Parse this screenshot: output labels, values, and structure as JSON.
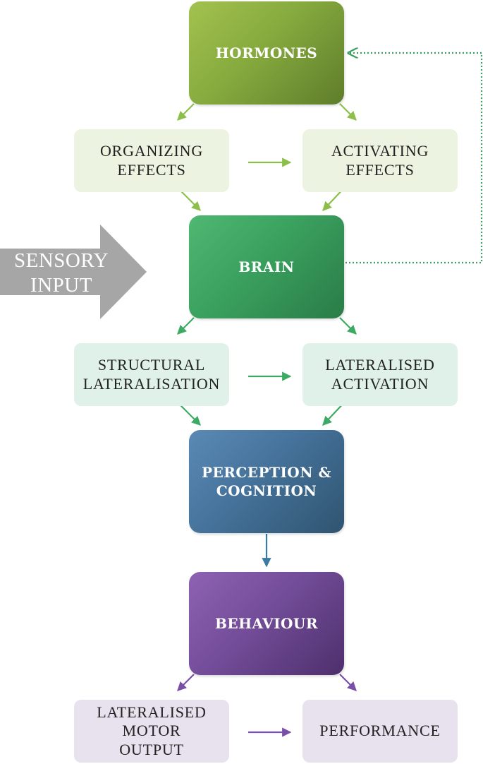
{
  "nodes": {
    "hormones": "HORMONES",
    "organizing_effects": "ORGANIZING\nEFFECTS",
    "activating_effects": "ACTIVATING\nEFFECTS",
    "sensory_input": "SENSORY\nINPUT",
    "brain": "BRAIN",
    "structural_lateralisation": "STRUCTURAL\nLATERALISATION",
    "lateralised_activation": "LATERALISED\nACTIVATION",
    "perception_cognition": "PERCEPTION &\nCOGNITION",
    "behaviour": "BEHAVIOUR",
    "lateralised_motor_output": "LATERALISED\nMOTOR\nOUTPUT",
    "performance": "PERFORMANCE"
  },
  "colors": {
    "hormones_green": "#86aa3e",
    "brain_green": "#3aa05e",
    "perception_blue": "#45729a",
    "behaviour_purple": "#734d99",
    "sensory_gray": "#a6a6a6",
    "arrow_light_green": "#8cbf4a",
    "arrow_green": "#3daa63",
    "arrow_blue": "#3a7aa3",
    "arrow_purple": "#7a4fa6",
    "feedback_dotted_green": "#3aa05e"
  },
  "edges": [
    {
      "from": "hormones",
      "to": "organizing_effects"
    },
    {
      "from": "hormones",
      "to": "activating_effects"
    },
    {
      "from": "organizing_effects",
      "to": "activating_effects"
    },
    {
      "from": "organizing_effects",
      "to": "brain"
    },
    {
      "from": "activating_effects",
      "to": "brain"
    },
    {
      "from": "sensory_input",
      "to": "brain"
    },
    {
      "from": "brain",
      "to": "hormones",
      "style": "dotted"
    },
    {
      "from": "brain",
      "to": "structural_lateralisation"
    },
    {
      "from": "brain",
      "to": "lateralised_activation"
    },
    {
      "from": "structural_lateralisation",
      "to": "lateralised_activation"
    },
    {
      "from": "structural_lateralisation",
      "to": "perception_cognition"
    },
    {
      "from": "lateralised_activation",
      "to": "perception_cognition"
    },
    {
      "from": "perception_cognition",
      "to": "behaviour"
    },
    {
      "from": "behaviour",
      "to": "lateralised_motor_output"
    },
    {
      "from": "behaviour",
      "to": "performance"
    },
    {
      "from": "lateralised_motor_output",
      "to": "performance"
    }
  ]
}
